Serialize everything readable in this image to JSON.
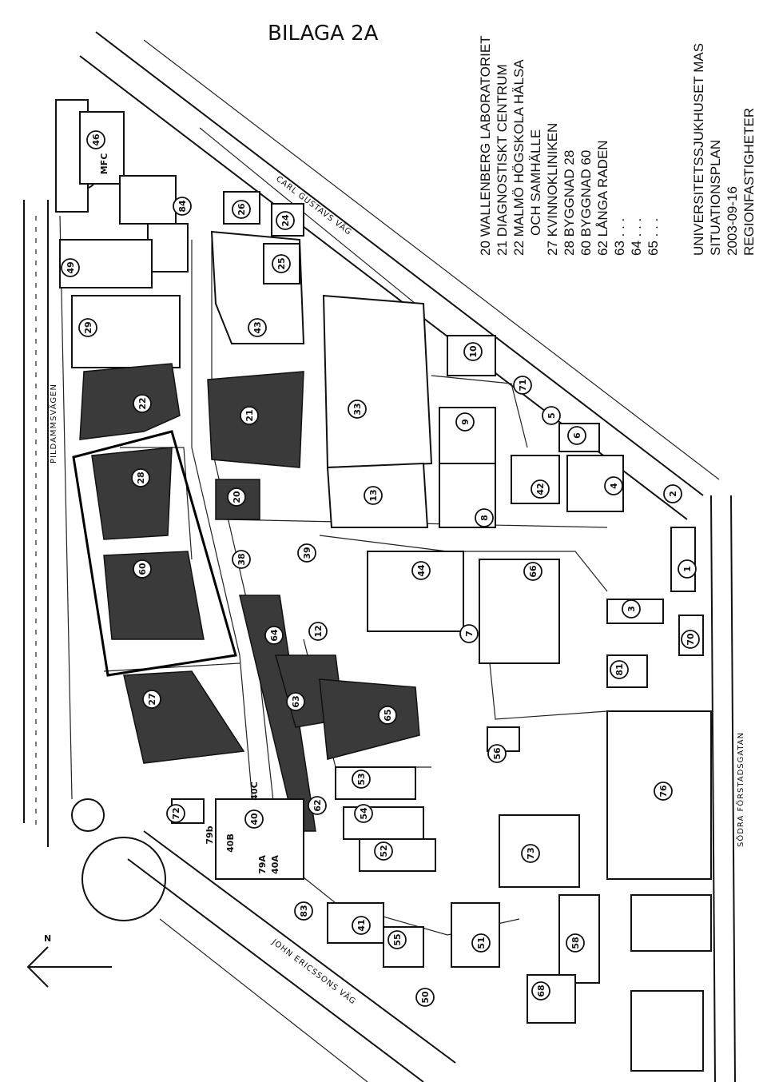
{
  "title": "BILAGA 2A",
  "legend": {
    "items": [
      "20 WALLENBERG LABORATORIET",
      "21 DIAGNOSTISKT CENTRUM",
      "22 MALMÖ HÖGSKOLA HÄLSA",
      "OCH SAMHÄLLE",
      "27 KVINNOKLINIKEN",
      "28 BYGGNAD 28",
      "60 BYGGNAD 60",
      "62 LÅNGA RADEN",
      "63  .  .  .",
      "64  .  .  .",
      "65  .  .  ."
    ],
    "footer": [
      "UNIVERSITETSSJUKHUSET MAS",
      "SITUATIONSPLAN",
      "2003-09-16",
      "REGIONFASTIGHETER"
    ]
  },
  "streets": {
    "pildamm": "PILDAMMSVÄGEN",
    "carl": "CARL GUSTAVS VÄG",
    "john": "JOHN ERICSSONS VÄG",
    "sodra": "SÖDRA FÖRSTADSGATAN"
  },
  "north": "N",
  "buildings": [
    {
      "id": "46",
      "dark": false
    },
    {
      "id": "MFC",
      "dark": false
    },
    {
      "id": "84",
      "dark": false
    },
    {
      "id": "26",
      "dark": false
    },
    {
      "id": "24",
      "dark": false
    },
    {
      "id": "49",
      "dark": false
    },
    {
      "id": "25",
      "dark": false
    },
    {
      "id": "29",
      "dark": false
    },
    {
      "id": "43",
      "dark": false
    },
    {
      "id": "10",
      "dark": false
    },
    {
      "id": "22",
      "dark": true
    },
    {
      "id": "21",
      "dark": true
    },
    {
      "id": "33",
      "dark": false
    },
    {
      "id": "71",
      "dark": false
    },
    {
      "id": "9",
      "dark": false
    },
    {
      "id": "5",
      "dark": false
    },
    {
      "id": "6",
      "dark": false
    },
    {
      "id": "28",
      "dark": true
    },
    {
      "id": "20",
      "dark": true
    },
    {
      "id": "13",
      "dark": false
    },
    {
      "id": "8",
      "dark": false
    },
    {
      "id": "42",
      "dark": false
    },
    {
      "id": "4",
      "dark": false
    },
    {
      "id": "2",
      "dark": false
    },
    {
      "id": "60",
      "dark": true
    },
    {
      "id": "38",
      "dark": false
    },
    {
      "id": "39",
      "dark": false
    },
    {
      "id": "44",
      "dark": false
    },
    {
      "id": "66",
      "dark": false
    },
    {
      "id": "1",
      "dark": false
    },
    {
      "id": "64",
      "dark": true
    },
    {
      "id": "12",
      "dark": false
    },
    {
      "id": "7",
      "dark": false
    },
    {
      "id": "3",
      "dark": false
    },
    {
      "id": "70",
      "dark": false
    },
    {
      "id": "81",
      "dark": false
    },
    {
      "id": "27",
      "dark": true
    },
    {
      "id": "63",
      "dark": true
    },
    {
      "id": "65",
      "dark": true
    },
    {
      "id": "56",
      "dark": false
    },
    {
      "id": "76",
      "dark": false
    },
    {
      "id": "53",
      "dark": false
    },
    {
      "id": "62",
      "dark": true
    },
    {
      "id": "54",
      "dark": false
    },
    {
      "id": "40C",
      "dark": false
    },
    {
      "id": "40",
      "dark": false
    },
    {
      "id": "72",
      "dark": false
    },
    {
      "id": "79b",
      "dark": false
    },
    {
      "id": "40B",
      "dark": false
    },
    {
      "id": "79A",
      "dark": false
    },
    {
      "id": "40A",
      "dark": false
    },
    {
      "id": "52",
      "dark": false
    },
    {
      "id": "73",
      "dark": false
    },
    {
      "id": "83",
      "dark": false
    },
    {
      "id": "41",
      "dark": false
    },
    {
      "id": "55",
      "dark": false
    },
    {
      "id": "51",
      "dark": false
    },
    {
      "id": "58",
      "dark": false
    },
    {
      "id": "50",
      "dark": false
    },
    {
      "id": "68",
      "dark": false
    }
  ]
}
